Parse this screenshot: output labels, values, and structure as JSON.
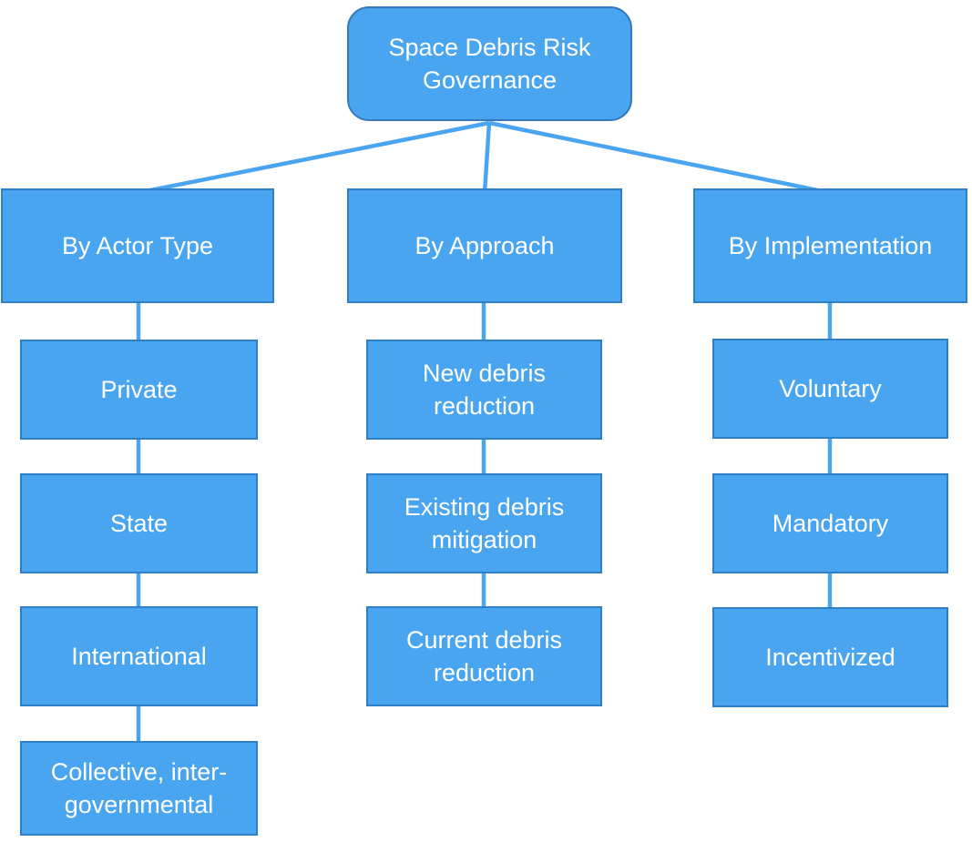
{
  "diagram": {
    "type": "tree-flowchart",
    "root_label": "Space Debris Risk Governance",
    "columns": [
      {
        "header": "By Actor Type",
        "children": [
          "Private",
          "State",
          "International",
          "Collective, inter-governmental"
        ]
      },
      {
        "header": "By Approach",
        "children": [
          "New debris reduction",
          "Existing debris mitigation",
          "Current debris reduction"
        ]
      },
      {
        "header": "By Implementation",
        "children": [
          "Voluntary",
          "Mandatory",
          "Incentivized"
        ]
      }
    ],
    "colors": {
      "node_fill": "#4aa5f0",
      "node_border": "#2e7fc4",
      "connector": "#4aa5f0",
      "text": "#ffffff",
      "background": "#ffffff"
    }
  }
}
